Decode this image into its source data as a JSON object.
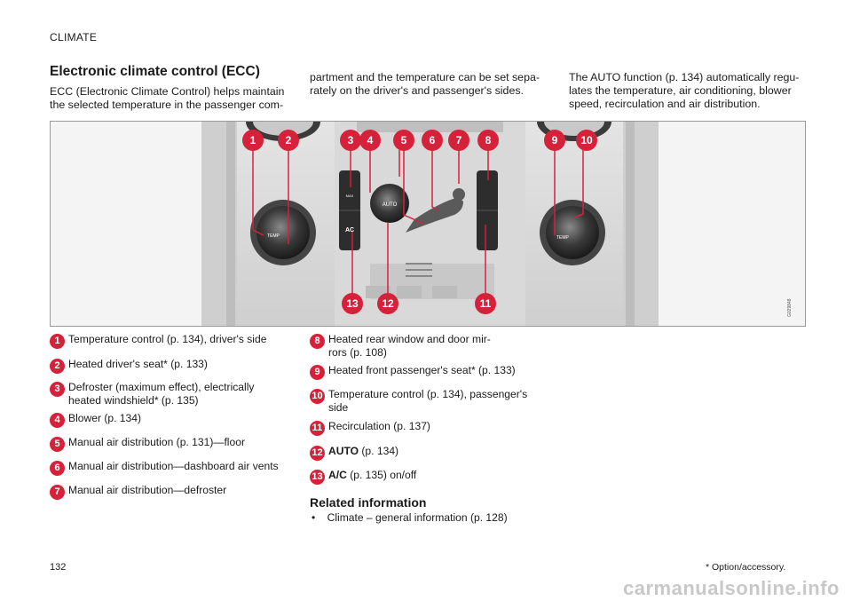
{
  "header": {
    "section": "CLIMATE"
  },
  "title": "Electronic climate control (ECC)",
  "intro": {
    "col1": "ECC (Electronic Climate Control) helps maintain the selected temperature in the passenger com-",
    "col2": "partment and the temperature can be set sepa-rately on the driver's and passenger's sides.",
    "col3": "The AUTO function (p. 134) automatically regu-lates the temperature, air conditioning, blower speed, recirculation and air distribution."
  },
  "figure": {
    "code": "G029848",
    "labels": {
      "temp": "TEMP",
      "auto": "AUTO",
      "ac": "AC",
      "max": "MAX"
    },
    "callouts": [
      "1",
      "2",
      "3",
      "4",
      "5",
      "6",
      "7",
      "8",
      "9",
      "10",
      "11",
      "12",
      "13"
    ],
    "colors": {
      "callout": "#d5223a",
      "panel": "#dcdcdc",
      "knob": "#2f2f2f"
    }
  },
  "legend": [
    {
      "num": "1",
      "text": "Temperature control (p. 134), driver's side"
    },
    {
      "num": "2",
      "text": "Heated driver's seat* (p. 133)"
    },
    {
      "num": "3",
      "text": "Defroster (maximum effect), electrically heated windshield* (p. 135)"
    },
    {
      "num": "4",
      "text": "Blower (p. 134)"
    },
    {
      "num": "5",
      "text": "Manual air distribution (p. 131)—floor"
    },
    {
      "num": "6",
      "text": "Manual air distribution—dashboard air vents"
    },
    {
      "num": "7",
      "text": "Manual air distribution—defroster"
    },
    {
      "num": "8",
      "text": "Heated rear window and door mir-rors (p. 108)"
    },
    {
      "num": "9",
      "text": "Heated front passenger's seat* (p. 133)"
    },
    {
      "num": "10",
      "text": "Temperature control (p. 134), passenger's side"
    },
    {
      "num": "11",
      "text": "Recirculation (p. 137)"
    },
    {
      "num": "12",
      "bold": "AUTO",
      "text": " (p. 134)"
    },
    {
      "num": "13",
      "bold": "A/C",
      "text": " (p. 135) on/off"
    }
  ],
  "related": {
    "heading": "Related information",
    "items": [
      "Climate – general information (p. 128)"
    ],
    "bullet": "•"
  },
  "footer": {
    "page": "132",
    "note": "* Option/accessory."
  },
  "watermark": "carmanualsonline.info"
}
